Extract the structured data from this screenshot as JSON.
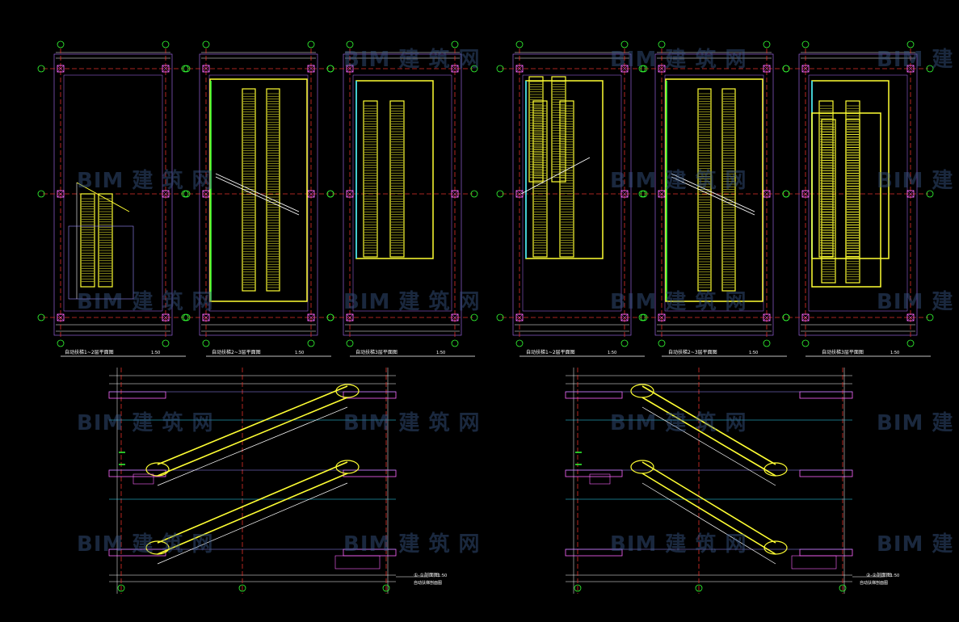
{
  "canvas": {
    "background": "#000000"
  },
  "colors": {
    "grid_axis": "#e0302a",
    "dimension": "#b070ff",
    "escalator": "#ffff33",
    "column": "#ff66ff",
    "frame": "#9b8cff",
    "label_green": "#33ff33",
    "cyan": "#33e0ff",
    "white": "#ffffff"
  },
  "watermark": {
    "brand": "BIM",
    "cn": "建 筑 网",
    "icon": "bim-watermark-logo"
  },
  "plans": [
    {
      "id": "plan-1",
      "title": "自动扶梯1~2层平面图",
      "scale": "1:50"
    },
    {
      "id": "plan-2",
      "title": "自动扶梯2~3层平面图",
      "scale": "1:50"
    },
    {
      "id": "plan-3",
      "title": "自动扶梯3层平面图",
      "scale": "1:50"
    },
    {
      "id": "plan-4",
      "title": "自动扶梯1~2层平面图",
      "scale": "1:50"
    },
    {
      "id": "plan-5",
      "title": "自动扶梯2~3层平面图",
      "scale": "1:50"
    },
    {
      "id": "plan-6",
      "title": "自动扶梯3层平面图",
      "scale": "1:50"
    }
  ],
  "sections": [
    {
      "id": "section-1",
      "title": "①-①剖面图",
      "scale": "1:50",
      "note": "自动扶梯剖面图"
    },
    {
      "id": "section-2",
      "title": "②-②剖面图",
      "scale": "1:50",
      "note": "自动扶梯剖面图"
    }
  ]
}
